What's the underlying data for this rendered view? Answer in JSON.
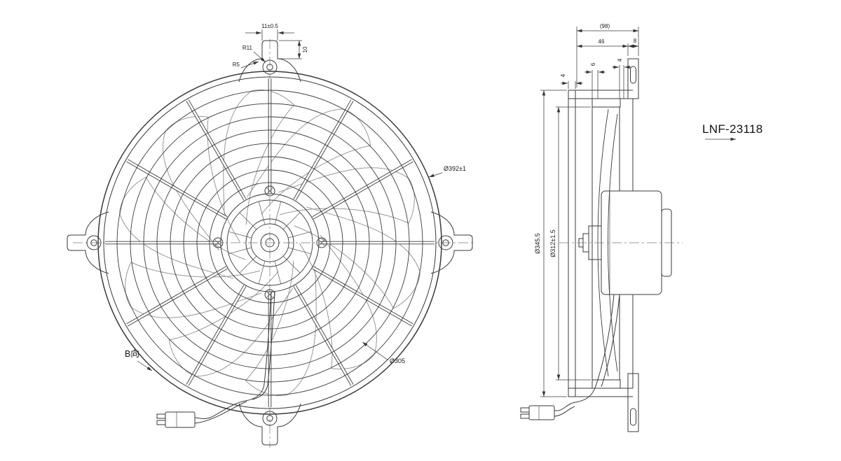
{
  "drawing": {
    "part_number": "LNF-23118",
    "front": {
      "dim_tab_width": "11±0.5",
      "dim_tab_height": "10",
      "radius_outer_tab": "R11",
      "radius_inner_tab": "R5",
      "dia_guard": "Ø392±1",
      "dia_blade_ring": "Ø305",
      "view_label": "B向"
    },
    "side": {
      "dim_overall_depth": "(98)",
      "dim_body_depth": "46",
      "dim_bracket_depth": "8",
      "dim_flange": "4",
      "dim_step_6": "6",
      "dim_step_4": "4",
      "dia_shroud": "Ø345.5",
      "dia_blade": "Ø312±1.5"
    },
    "colors": {
      "line": "#3a3a3a",
      "background": "#ffffff"
    }
  }
}
